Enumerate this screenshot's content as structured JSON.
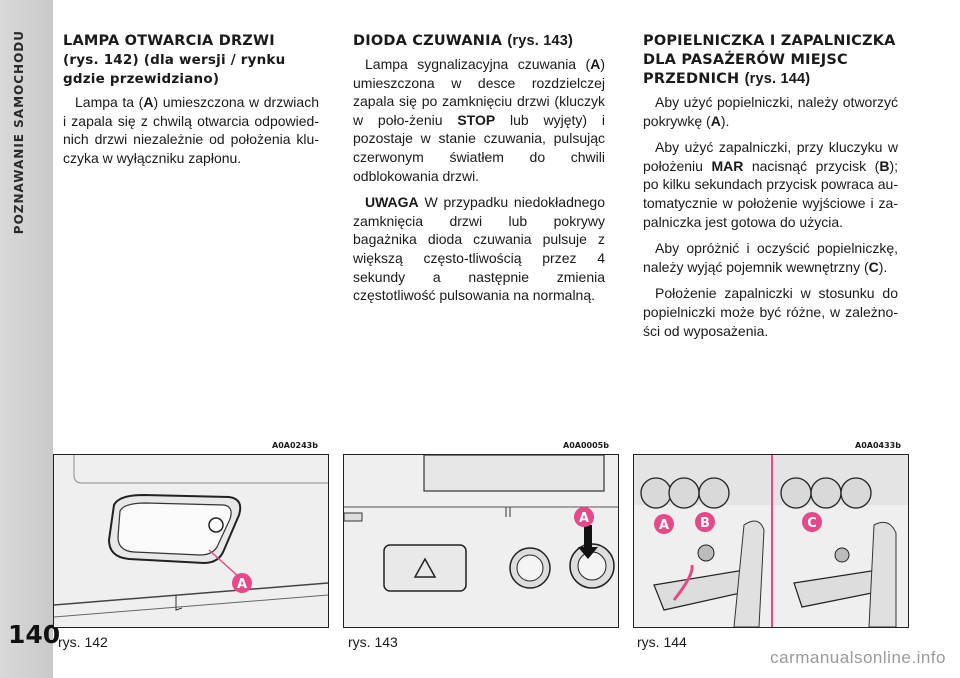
{
  "sidebar": {
    "section_title": "POZNAWANIE SAMOCHODU",
    "page_number": "140"
  },
  "col1": {
    "heading": "LAMPA OTWARCIA DRZWI",
    "subheading": "(rys. 142) (dla wersji / rynku gdzie przewidziano)",
    "p1_a": "Lampa ta (",
    "p1_ref": "A",
    "p1_b": ") umieszczona w drzwiach i zapala się z chwilą otwarcia odpowied-nich drzwi niezależnie od położenia klu-czyka w wyłączniku zapłonu."
  },
  "col2": {
    "heading": "DIODA CZUWANIA",
    "heading_ref": "(rys. 143)",
    "p1_a": "Lampa sygnalizacyjna czuwania (",
    "p1_ref": "A",
    "p1_b": ") umieszczona w desce rozdzielczej zapala się po zamknięciu drzwi (kluczyk w poło-żeniu",
    "p1_stop": "STOP",
    "p1_c": "lub wyjęty) i pozostaje w stanie czuwania, pulsując czerwonym światłem do chwili odblokowania drzwi.",
    "p2_label": "UWAGA",
    "p2_text": "W przypadku niedokładnego zamknięcia drzwi lub pokrywy bagażnika dioda czuwania pulsuje z większą często-tliwością przez 4 sekundy a następnie zmienia częstotliwość pulsowania na normalną."
  },
  "col3": {
    "heading": "POPIELNICZKA I ZAPALNICZKA DLA PASAŻERÓW MIEJSC PRZEDNICH",
    "heading_ref": "(rys. 144)",
    "p1_a": "Aby użyć popielniczki, należy otworzyć pokrywkę (",
    "p1_ref": "A",
    "p1_b": ").",
    "p2_a": "Aby użyć zapalniczki, przy kluczyku w położeniu",
    "p2_mar": "MAR",
    "p2_b": "nacisnąć przycisk (",
    "p2_ref": "B",
    "p2_c": "); po kilku sekundach przycisk powraca au-tomatycznie w położenie wyjściowe i za-palniczka jest gotowa do użycia.",
    "p3_a": "Aby opróżnić i oczyścić popielniczkę, należy wyjąć pojemnik wewnętrzny (",
    "p3_ref": "C",
    "p3_b": ").",
    "p4": "Położenie zapalniczki w stosunku do popielniczki może być różne, w zależno-ści od wyposażenia."
  },
  "figures": [
    {
      "code": "A0A0243b",
      "caption": "rys. 142",
      "labels": [
        "A"
      ]
    },
    {
      "code": "A0A0005b",
      "caption": "rys. 143",
      "labels": [
        "A"
      ]
    },
    {
      "code": "A0A0433b",
      "caption": "rys. 144",
      "labels": [
        "A",
        "B",
        "C"
      ]
    }
  ],
  "watermark": "carmanualsonline.info",
  "colors": {
    "accent_pink": "#e6498a",
    "sidebar_grey": "#cfcfcf"
  }
}
